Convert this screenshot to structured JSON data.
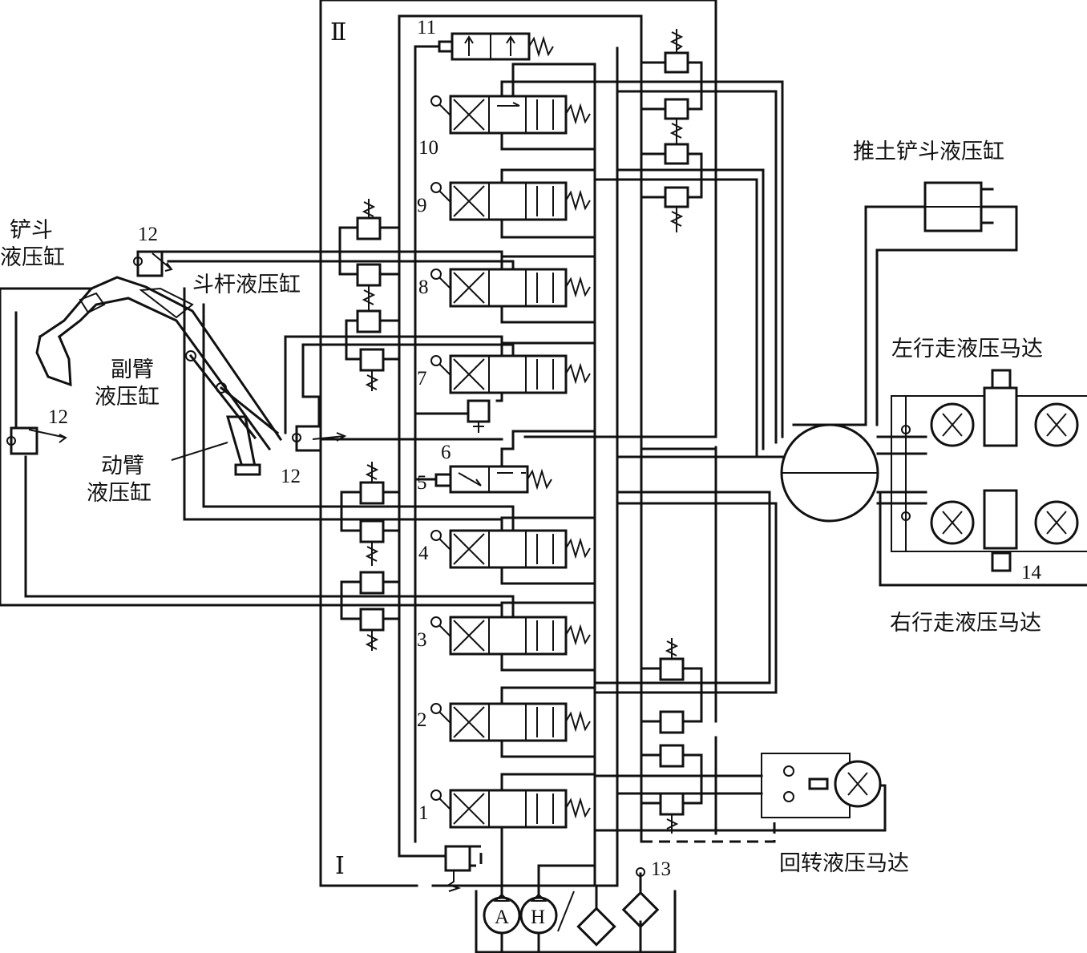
{
  "labels": {
    "bucket_cyl": [
      "铲斗",
      "液压缸"
    ],
    "stick_cyl": "斗杆液压缸",
    "aux_boom_cyl": [
      "副臂",
      "液压缸"
    ],
    "boom_cyl": [
      "动臂",
      "液压缸"
    ],
    "dozer_cyl": "推土铲斗液压缸",
    "left_travel": "左行走液压马达",
    "right_travel": "右行走液压马达",
    "swing_motor": "回转液压马达"
  },
  "circuit_marks": {
    "upper": "Ⅱ",
    "lower": "Ⅰ"
  },
  "valve_numbers": [
    "1",
    "2",
    "3",
    "4",
    "5",
    "6",
    "7",
    "8",
    "9",
    "10",
    "11"
  ],
  "component_numbers": {
    "throttle_check": "12",
    "filter": "13",
    "travel_valve": "14"
  },
  "pump_letters": {
    "pump_a": "A",
    "pump_h": "H"
  }
}
